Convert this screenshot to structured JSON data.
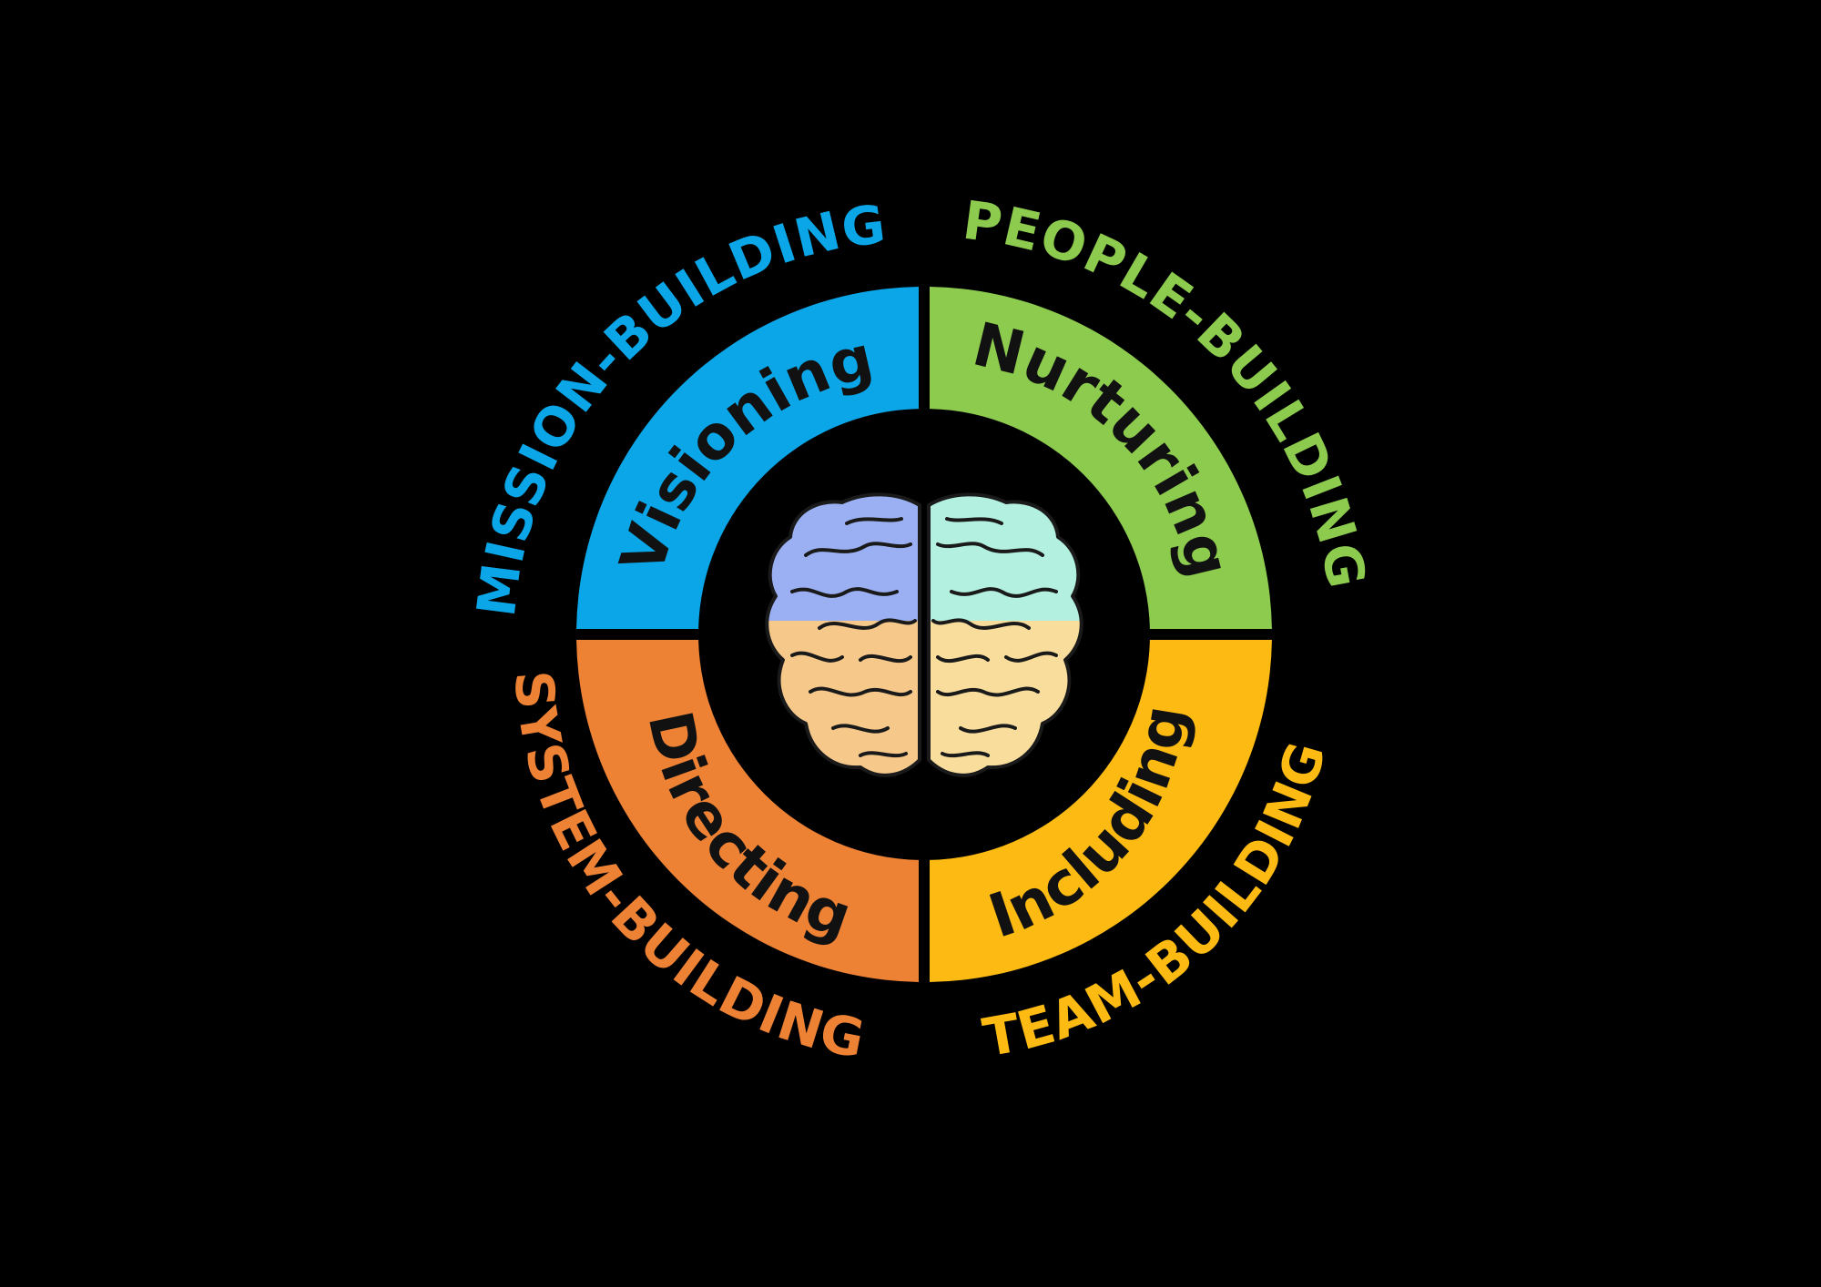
{
  "quadrants": [
    {
      "id": "tl",
      "inner_label": "Visioning",
      "outer_label": "MISSION-BUILDING",
      "color": "#0AA6E8"
    },
    {
      "id": "tr",
      "inner_label": "Nurturing",
      "outer_label": "PEOPLE-BUILDING",
      "color": "#8CCB4D"
    },
    {
      "id": "br",
      "inner_label": "Including",
      "outer_label": "TEAM-BUILDING",
      "color": "#FCBA12"
    },
    {
      "id": "bl",
      "inner_label": "Directing",
      "outer_label": "SYSTEM-BUILDING",
      "color": "#ED8134"
    }
  ],
  "background_color": "#000000",
  "center_icon": "brain-icon",
  "brain_colors": {
    "upper_left": "#9BB0F2",
    "upper_right": "#B3F0E0",
    "lower_left": "#F6C88A",
    "lower_right": "#F8DD9C"
  }
}
